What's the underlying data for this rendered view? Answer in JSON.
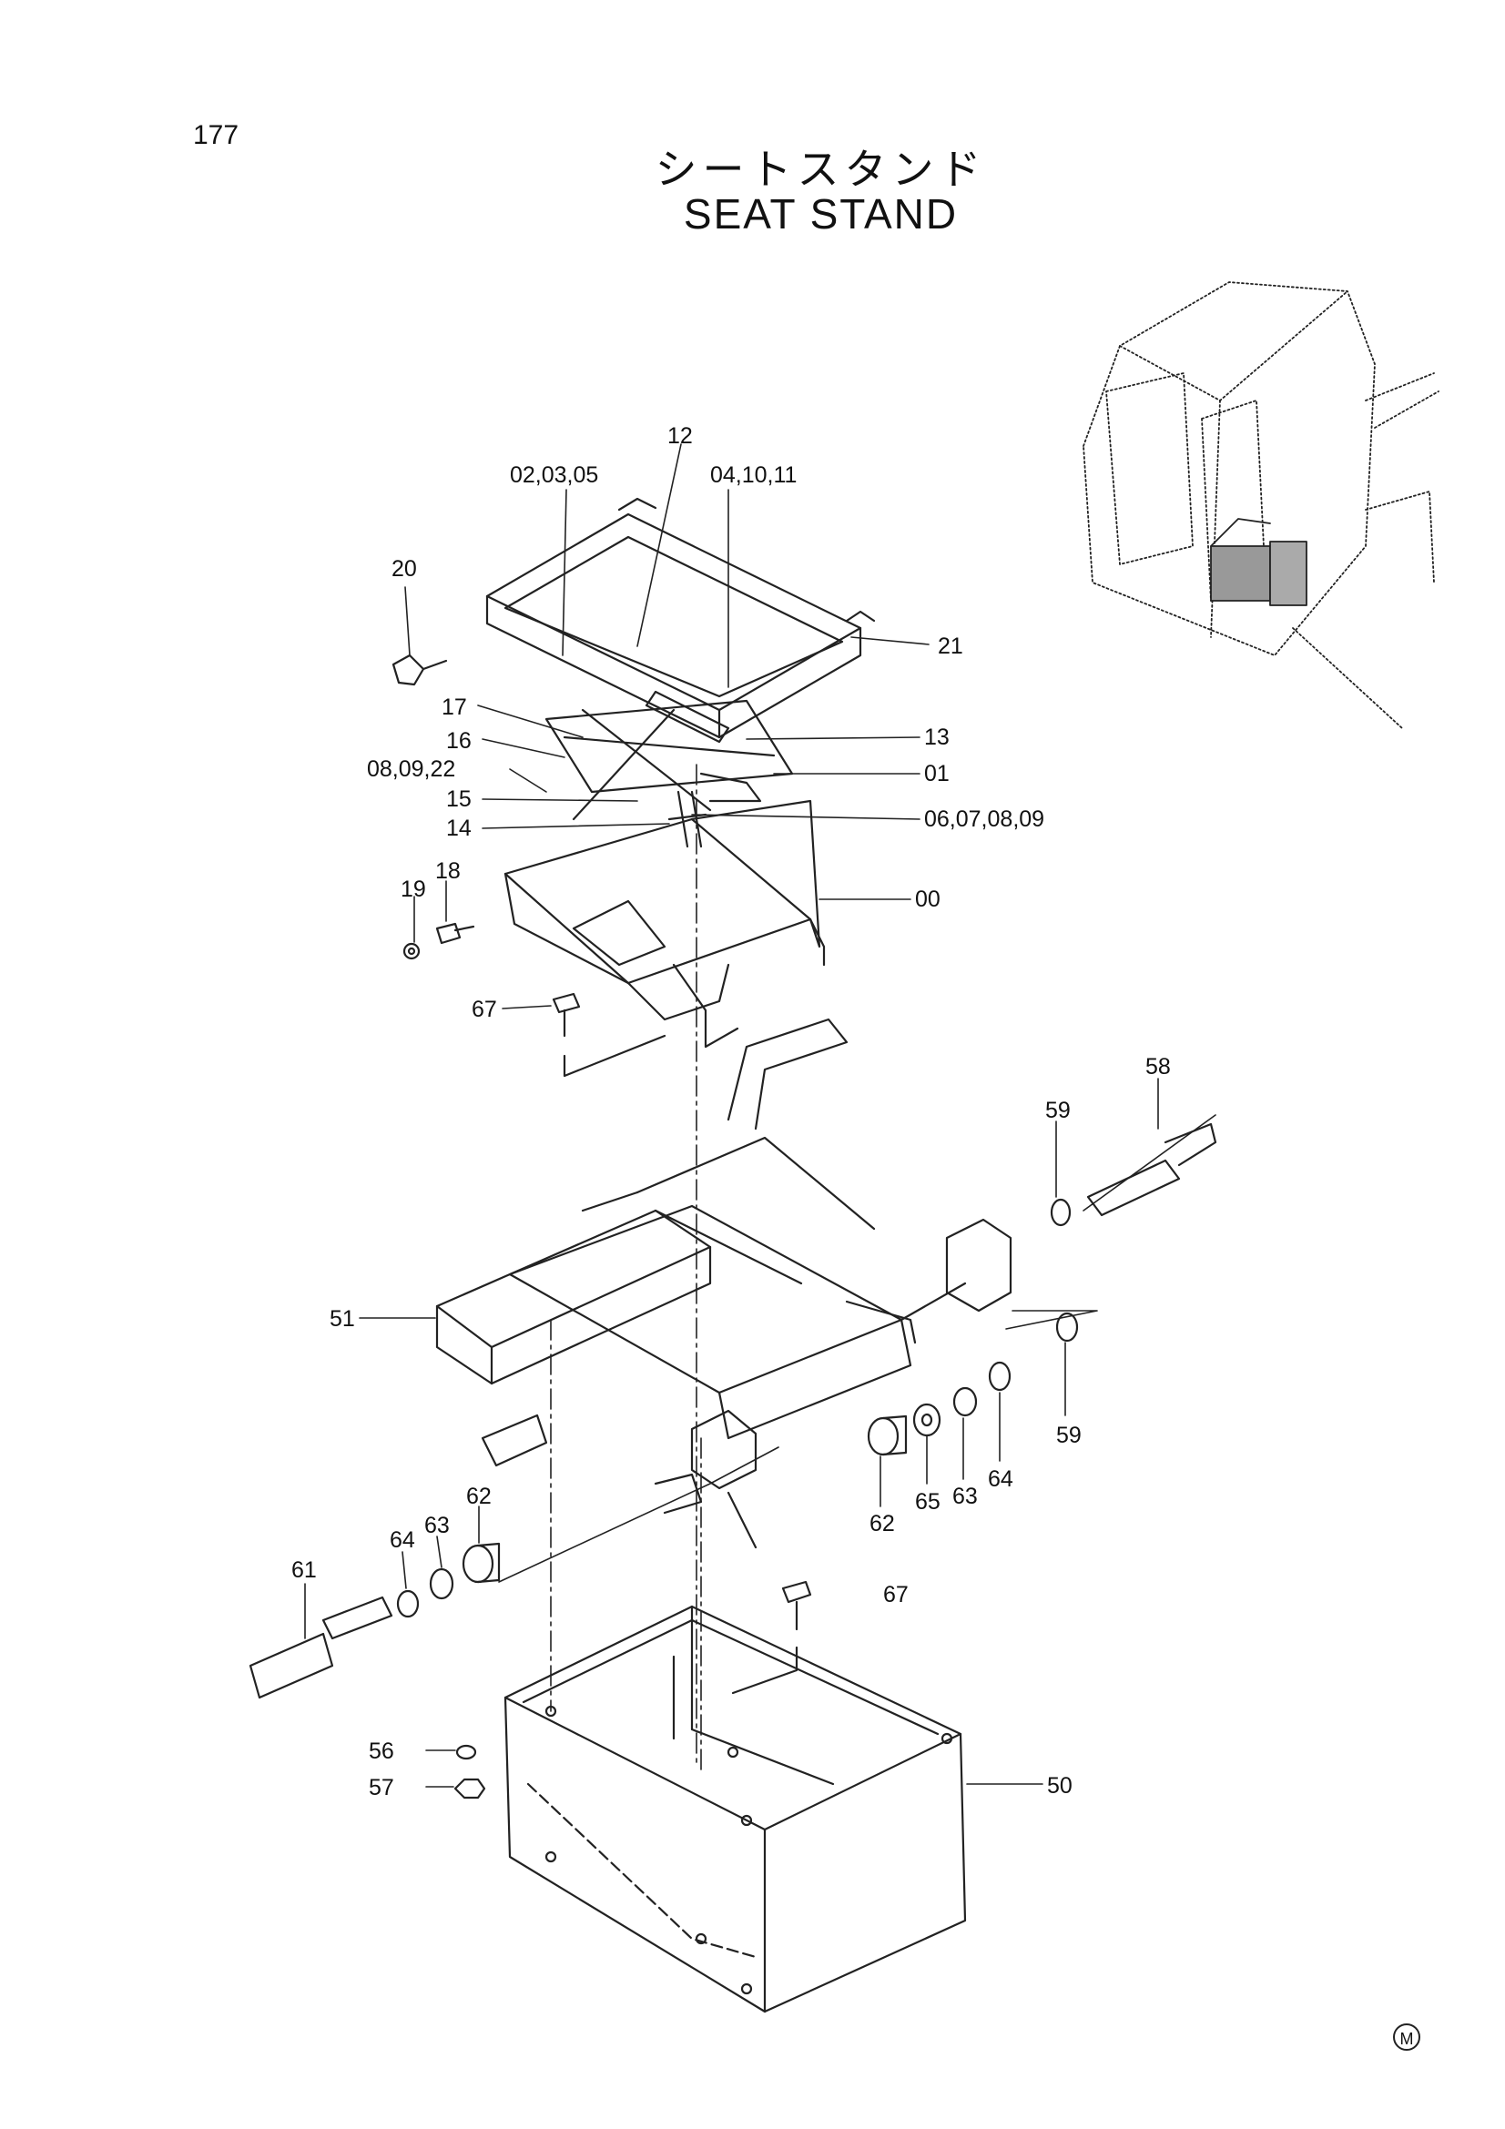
{
  "page": {
    "number": "177",
    "title_jp": "シートスタンド",
    "title_en": "SEAT STAND",
    "mark": "M"
  },
  "callouts": {
    "c12": "12",
    "c020305": "02,03,05",
    "c041011": "04,10,11",
    "c20": "20",
    "c21": "21",
    "c17": "17",
    "c13": "13",
    "c16": "16",
    "c080922": "08,09,22",
    "c01": "01",
    "c15": "15",
    "c14": "14",
    "c06070809": "06,07,08,09",
    "c19": "19",
    "c18": "18",
    "c00": "00",
    "c67a": "67",
    "c58": "58",
    "c59a": "59",
    "c51": "51",
    "c59b": "59",
    "c62a": "62",
    "c63a": "63",
    "c64a": "64",
    "c62b": "62",
    "c65": "65",
    "c63b": "63",
    "c64b": "64",
    "c61": "61",
    "c67b": "67",
    "c56": "56",
    "c57": "57",
    "c50": "50"
  }
}
